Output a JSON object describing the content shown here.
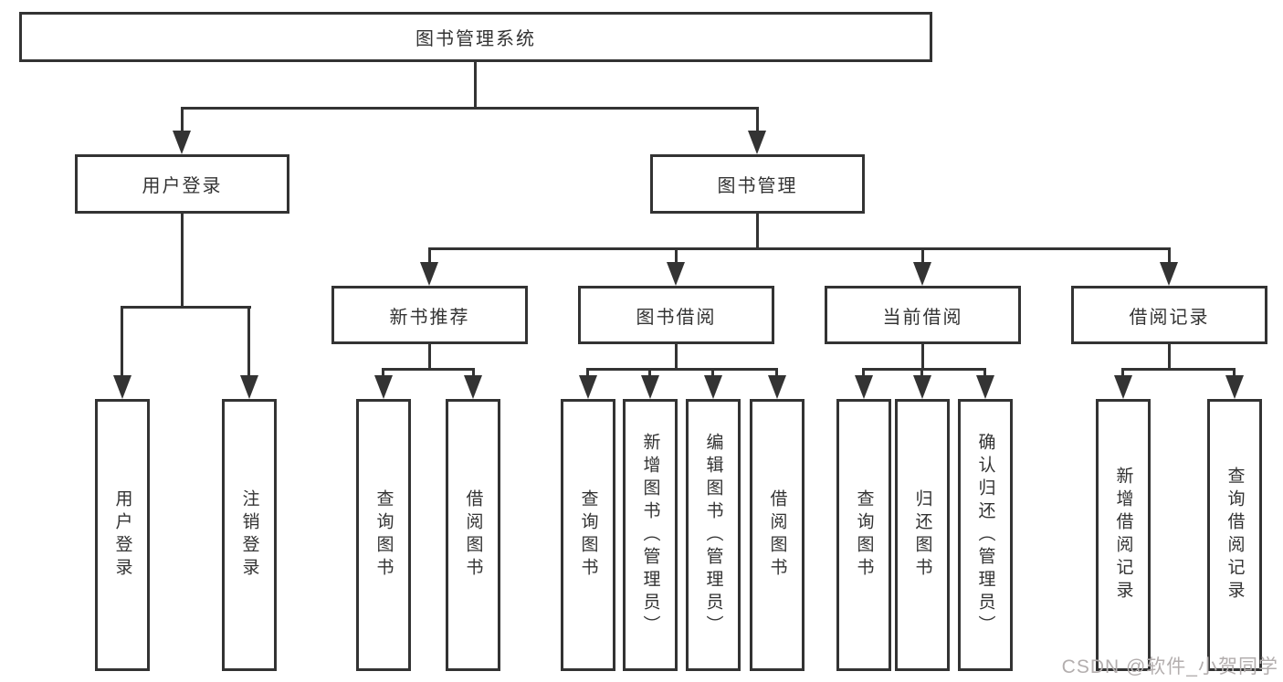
{
  "diagram": {
    "root": "图书管理系统",
    "level2": {
      "user_login": "用户登录",
      "book_management": "图书管理"
    },
    "level3": {
      "recommend": "新书推荐",
      "borrow": "图书借阅",
      "current": "当前借阅",
      "records": "借阅记录"
    },
    "leaves": {
      "login": [
        "用户登录",
        "注销登录"
      ],
      "recommend": [
        "查询图书",
        "借阅图书"
      ],
      "borrow": [
        "查询图书",
        "新增图书（管理员）",
        "编辑图书（管理员）",
        "借阅图书"
      ],
      "current": [
        "查询图书",
        "归还图书",
        "确认归还（管理员）"
      ],
      "records": [
        "新增借阅记录",
        "查询借阅记录"
      ]
    }
  },
  "watermark": {
    "text": "CSDN @软件_小贺同学"
  },
  "colors": {
    "line": "#333333",
    "text": "#333333",
    "background": "#ffffff",
    "watermark": "#b3aeae"
  }
}
